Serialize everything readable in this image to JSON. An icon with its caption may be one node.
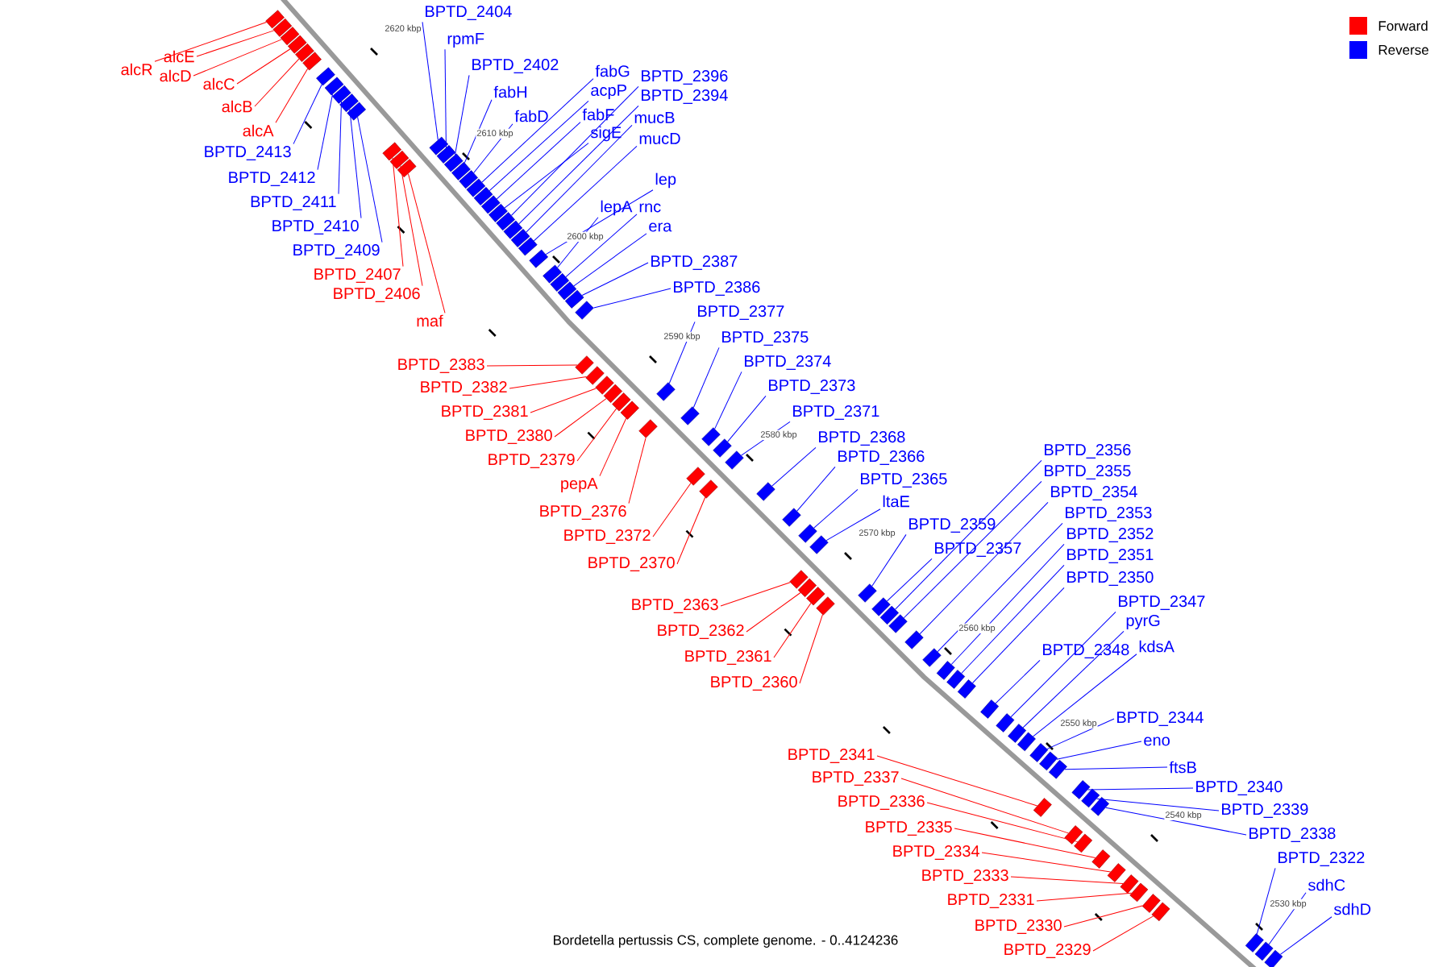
{
  "diagram": {
    "caption": "Bordetella pertussis CS, complete genome. - 0..4124236",
    "nodes": [
      {
        "text": [
          "alcR"
        ]
      },
      {
        "text": [
          "alcE"
        ]
      },
      {
        "text": [
          "alcD"
        ]
      },
      {
        "text": [
          "alcC"
        ]
      },
      {
        "text": [
          "alcB"
        ]
      },
      {
        "text": [
          "alcA"
        ]
      },
      {
        "text": [
          "BPTD_2413"
        ]
      },
      {
        "text": [
          "BPTD_2412"
        ]
      },
      {
        "text": [
          "BPTD_2411"
        ]
      },
      {
        "text": [
          "BPTD_2410"
        ]
      },
      {
        "text": [
          "BPTD_2409"
        ]
      },
      {
        "text": [
          "BPTD_2407"
        ]
      },
      {
        "text": [
          "BPTD_2406"
        ]
      },
      {
        "text": [
          "maf"
        ]
      },
      {
        "text": [
          "BPTD_2404"
        ]
      },
      {
        "text": [
          "rpmF"
        ]
      },
      {
        "text": [
          "BPTD_2402"
        ]
      },
      {
        "text": [
          "fabH"
        ]
      },
      {
        "text": [
          "fabD"
        ]
      },
      {
        "text": [
          "fabG"
        ]
      },
      {
        "text": [
          "acpP"
        ]
      },
      {
        "text": [
          "fabF"
        ]
      },
      {
        "text": [
          "sigE"
        ]
      },
      {
        "text": [
          "BPTD_2396"
        ]
      },
      {
        "text": [
          "BPTD_2394"
        ]
      },
      {
        "text": [
          "mucB"
        ]
      },
      {
        "text": [
          "mucD"
        ]
      },
      {
        "text": [
          "lep"
        ]
      },
      {
        "text": [
          "lepA"
        ]
      },
      {
        "text": [
          "rnc"
        ]
      },
      {
        "text": [
          "era"
        ]
      },
      {
        "text": [
          "BPTD_2387"
        ]
      },
      {
        "text": [
          "BPTD_2386"
        ]
      },
      {
        "text": [
          "BPTD_2377"
        ]
      },
      {
        "text": [
          "BPTD_2375"
        ]
      },
      {
        "text": [
          "BPTD_2374"
        ]
      },
      {
        "text": [
          "BPTD_2373"
        ]
      },
      {
        "text": [
          "BPTD_2371"
        ]
      },
      {
        "text": [
          "BPTD_2368"
        ]
      },
      {
        "text": [
          "BPTD_2366"
        ]
      },
      {
        "text": [
          "BPTD_2365"
        ]
      },
      {
        "text": [
          "ltaE"
        ]
      },
      {
        "text": [
          "BPTD_2359"
        ]
      },
      {
        "text": [
          "BPTD_2357"
        ]
      },
      {
        "text": [
          "BPTD_2356"
        ]
      },
      {
        "text": [
          "BPTD_2355"
        ]
      },
      {
        "text": [
          "BPTD_2354"
        ]
      },
      {
        "text": [
          "BPTD_2353"
        ]
      },
      {
        "text": [
          "BPTD_2352"
        ]
      },
      {
        "text": [
          "BPTD_2351"
        ]
      },
      {
        "text": [
          "BPTD_2350"
        ]
      },
      {
        "text": [
          "BPTD_2347"
        ]
      },
      {
        "text": [
          "pyrG"
        ]
      },
      {
        "text": [
          "kdsA"
        ]
      },
      {
        "text": [
          "BPTD_2348"
        ]
      },
      {
        "text": [
          "BPTD_2344"
        ]
      },
      {
        "text": [
          "eno"
        ]
      },
      {
        "text": [
          "ftsB"
        ]
      },
      {
        "text": [
          "BPTD_2340"
        ]
      },
      {
        "text": [
          "BPTD_2339"
        ]
      },
      {
        "text": [
          "BPTD_2338"
        ]
      },
      {
        "text": [
          "BPTD_2322"
        ]
      },
      {
        "text": [
          "sdhC"
        ]
      },
      {
        "text": [
          "sdhD"
        ]
      },
      {
        "text": [
          "BPTD_2383"
        ]
      },
      {
        "text": [
          "BPTD_2382"
        ]
      },
      {
        "text": [
          "BPTD_2381"
        ]
      },
      {
        "text": [
          "BPTD_2380"
        ]
      },
      {
        "text": [
          "BPTD_2379"
        ]
      },
      {
        "text": [
          "pepA"
        ]
      },
      {
        "text": [
          "BPTD_2376"
        ]
      },
      {
        "text": [
          "BPTD_2372"
        ]
      },
      {
        "text": [
          "BPTD_2370"
        ]
      },
      {
        "text": [
          "BPTD_2363"
        ]
      },
      {
        "text": [
          "BPTD_2362"
        ]
      },
      {
        "text": [
          "BPTD_2361"
        ]
      },
      {
        "text": [
          "BPTD_2360"
        ]
      },
      {
        "text": [
          "BPTD_2341"
        ]
      },
      {
        "text": [
          "BPTD_2337"
        ]
      },
      {
        "text": [
          "BPTD_2336"
        ]
      },
      {
        "text": [
          "BPTD_2335"
        ]
      },
      {
        "text": [
          "BPTD_2334"
        ]
      },
      {
        "text": [
          "BPTD_2333"
        ]
      },
      {
        "text": [
          "BPTD_2331"
        ]
      },
      {
        "text": [
          "BPTD_2330"
        ]
      },
      {
        "text": [
          "BPTD_2329"
        ]
      },
      {
        "text": [],
        "shape": "box"
      },
      {
        "text": [],
        "shape": "box"
      },
      {
        "text": [],
        "shape": "box"
      },
      {
        "text": [],
        "shape": "box"
      },
      {
        "text": [],
        "shape": "box"
      },
      {
        "text": [],
        "shape": "box"
      },
      {
        "text": [],
        "shape": "box"
      },
      {
        "text": [],
        "shape": "box"
      },
      {
        "text": [],
        "shape": "box"
      },
      {
        "text": [],
        "shape": "box"
      },
      {
        "text": [],
        "shape": "box"
      },
      {
        "text": [],
        "shape": "box"
      },
      {
        "text": [],
        "shape": "box"
      },
      {
        "text": [],
        "shape": "box"
      },
      {
        "text": [],
        "shape": "box"
      },
      {
        "text": [],
        "shape": "box"
      },
      {
        "text": [],
        "shape": "box"
      },
      {
        "text": [],
        "shape": "box"
      },
      {
        "text": [],
        "shape": "box"
      },
      {
        "text": [],
        "shape": "box"
      },
      {
        "text": [],
        "shape": "box"
      },
      {
        "text": [],
        "shape": "box"
      },
      {
        "text": [],
        "shape": "box"
      },
      {
        "text": [],
        "shape": "box"
      },
      {
        "text": [],
        "shape": "box"
      },
      {
        "text": [],
        "shape": "box"
      },
      {
        "text": [],
        "shape": "box"
      },
      {
        "text": [],
        "shape": "box"
      },
      {
        "text": [],
        "shape": "box"
      },
      {
        "text": [],
        "shape": "box"
      },
      {
        "text": [],
        "shape": "box"
      },
      {
        "text": [],
        "shape": "box"
      },
      {
        "text": [],
        "shape": "box"
      },
      {
        "text": [],
        "shape": "box"
      },
      {
        "text": [],
        "shape": "box"
      },
      {
        "text": [],
        "shape": "box"
      },
      {
        "text": [],
        "shape": "box"
      },
      {
        "text": [],
        "shape": "box"
      },
      {
        "text": [],
        "shape": "box"
      },
      {
        "text": [],
        "shape": "box"
      },
      {
        "text": [],
        "shape": "box"
      },
      {
        "text": [],
        "shape": "box"
      },
      {
        "text": [],
        "shape": "box"
      },
      {
        "text": [],
        "shape": "box"
      },
      {
        "text": [],
        "shape": "box"
      },
      {
        "text": [],
        "shape": "box"
      },
      {
        "text": [],
        "shape": "box"
      },
      {
        "text": [],
        "shape": "box"
      },
      {
        "text": [],
        "shape": "box"
      },
      {
        "text": [],
        "shape": "box"
      },
      {
        "text": [],
        "shape": "box"
      },
      {
        "text": [],
        "shape": "box"
      },
      {
        "text": [],
        "shape": "box"
      },
      {
        "text": [],
        "shape": "box"
      },
      {
        "text": [],
        "shape": "box"
      },
      {
        "text": [],
        "shape": "box"
      },
      {
        "text": [],
        "shape": "box"
      },
      {
        "text": [],
        "shape": "box"
      },
      {
        "text": [],
        "shape": "box"
      },
      {
        "text": [],
        "shape": "box"
      },
      {
        "text": [],
        "shape": "box"
      },
      {
        "text": [],
        "shape": "box"
      },
      {
        "text": [],
        "shape": "box"
      },
      {
        "text": [],
        "shape": "box"
      },
      {
        "text": [],
        "shape": "box"
      },
      {
        "text": [],
        "shape": "box"
      },
      {
        "text": [],
        "shape": "box"
      },
      {
        "text": [],
        "shape": "box"
      },
      {
        "text": [],
        "shape": "box"
      },
      {
        "text": [],
        "shape": "box"
      },
      {
        "text": [],
        "shape": "box"
      },
      {
        "text": [],
        "shape": "box"
      },
      {
        "text": [],
        "shape": "box"
      },
      {
        "text": [],
        "shape": "box"
      },
      {
        "text": [],
        "shape": "box"
      },
      {
        "text": [],
        "shape": "box"
      },
      {
        "text": [],
        "shape": "box"
      },
      {
        "text": [],
        "shape": "box"
      },
      {
        "text": [],
        "shape": "box"
      },
      {
        "text": [],
        "shape": "box"
      },
      {
        "text": [],
        "shape": "box"
      },
      {
        "text": [],
        "shape": "box"
      },
      {
        "text": [],
        "shape": "box"
      },
      {
        "text": [],
        "shape": "box"
      },
      {
        "text": [],
        "shape": "box"
      },
      {
        "text": [],
        "shape": "box"
      }
    ],
    "edges": [
      {
        "from": 0,
        "to": 86,
        "arrow": "none",
        "color": "#ff0000"
      },
      {
        "from": 1,
        "to": 87,
        "arrow": "none",
        "color": "#ff0000"
      },
      {
        "from": 2,
        "to": 88,
        "arrow": "none",
        "color": "#ff0000"
      },
      {
        "from": 3,
        "to": 89,
        "arrow": "none",
        "color": "#ff0000"
      },
      {
        "from": 4,
        "to": 90,
        "arrow": "none",
        "color": "#ff0000"
      },
      {
        "from": 5,
        "to": 91,
        "arrow": "none",
        "color": "#ff0000"
      },
      {
        "from": 6,
        "to": 92,
        "arrow": "none"
      },
      {
        "from": 7,
        "to": 93,
        "arrow": "none"
      },
      {
        "from": 8,
        "to": 94,
        "arrow": "none"
      },
      {
        "from": 9,
        "to": 95,
        "arrow": "none"
      },
      {
        "from": 10,
        "to": 96,
        "arrow": "none"
      },
      {
        "from": 11,
        "to": 97,
        "arrow": "none",
        "color": "#ff0000"
      },
      {
        "from": 12,
        "to": 98,
        "arrow": "none",
        "color": "#ff0000"
      },
      {
        "from": 13,
        "to": 99,
        "arrow": "none",
        "color": "#ff0000"
      },
      {
        "from": 14,
        "to": 100,
        "arrow": "none"
      },
      {
        "from": 15,
        "to": 101,
        "arrow": "none"
      },
      {
        "from": 16,
        "to": 102,
        "arrow": "none"
      },
      {
        "from": 17,
        "to": 103,
        "arrow": "none"
      },
      {
        "from": 18,
        "to": 104,
        "arrow": "none"
      },
      {
        "from": 19,
        "to": 105,
        "arrow": "none"
      },
      {
        "from": 20,
        "to": 106,
        "arrow": "none"
      },
      {
        "from": 21,
        "to": 107,
        "arrow": "none"
      },
      {
        "from": 22,
        "to": 108,
        "arrow": "none"
      },
      {
        "from": 23,
        "to": 109,
        "arrow": "none"
      },
      {
        "from": 24,
        "to": 110,
        "arrow": "none"
      },
      {
        "from": 25,
        "to": 111,
        "arrow": "none"
      },
      {
        "from": 26,
        "to": 112,
        "arrow": "none"
      },
      {
        "from": 27,
        "to": 113,
        "arrow": "none"
      },
      {
        "from": 28,
        "to": 114,
        "arrow": "none"
      },
      {
        "from": 29,
        "to": 115,
        "arrow": "none"
      },
      {
        "from": 30,
        "to": 116,
        "arrow": "none"
      },
      {
        "from": 31,
        "to": 117,
        "arrow": "none"
      },
      {
        "from": 32,
        "to": 118,
        "arrow": "none"
      },
      {
        "from": 33,
        "to": 119,
        "arrow": "none"
      },
      {
        "from": 34,
        "to": 120,
        "arrow": "none"
      },
      {
        "from": 35,
        "to": 121,
        "arrow": "none"
      },
      {
        "from": 36,
        "to": 122,
        "arrow": "none"
      },
      {
        "from": 37,
        "to": 123,
        "arrow": "none"
      },
      {
        "from": 38,
        "to": 124,
        "arrow": "none"
      },
      {
        "from": 39,
        "to": 125,
        "arrow": "none"
      },
      {
        "from": 40,
        "to": 126,
        "arrow": "none"
      },
      {
        "from": 41,
        "to": 127,
        "arrow": "none"
      },
      {
        "from": 42,
        "to": 128,
        "arrow": "none"
      },
      {
        "from": 43,
        "to": 129,
        "arrow": "none"
      },
      {
        "from": 44,
        "to": 130,
        "arrow": "none"
      },
      {
        "from": 45,
        "to": 131,
        "arrow": "none"
      },
      {
        "from": 46,
        "to": 132,
        "arrow": "none"
      },
      {
        "from": 47,
        "to": 133,
        "arrow": "none"
      },
      {
        "from": 48,
        "to": 134,
        "arrow": "none"
      },
      {
        "from": 49,
        "to": 135,
        "arrow": "none"
      },
      {
        "from": 50,
        "to": 136,
        "arrow": "none"
      },
      {
        "from": 51,
        "to": 137,
        "arrow": "none"
      },
      {
        "from": 52,
        "to": 138,
        "arrow": "none"
      },
      {
        "from": 53,
        "to": 139,
        "arrow": "none"
      },
      {
        "from": 54,
        "to": 140,
        "arrow": "none"
      },
      {
        "from": 55,
        "to": 141,
        "arrow": "none"
      },
      {
        "from": 56,
        "to": 142,
        "arrow": "none"
      },
      {
        "from": 57,
        "to": 143,
        "arrow": "none"
      },
      {
        "from": 58,
        "to": 144,
        "arrow": "none"
      },
      {
        "from": 59,
        "to": 145,
        "arrow": "none"
      },
      {
        "from": 60,
        "to": 146,
        "arrow": "none"
      },
      {
        "from": 61,
        "to": 147,
        "arrow": "none"
      },
      {
        "from": 62,
        "to": 148,
        "arrow": "none"
      },
      {
        "from": 63,
        "to": 149,
        "arrow": "none"
      },
      {
        "from": 64,
        "to": 150,
        "arrow": "none",
        "color": "#ff0000"
      },
      {
        "from": 65,
        "to": 151,
        "arrow": "none",
        "color": "#ff0000"
      },
      {
        "from": 66,
        "to": 152,
        "arrow": "none",
        "color": "#ff0000"
      },
      {
        "from": 67,
        "to": 153,
        "arrow": "none",
        "color": "#ff0000"
      },
      {
        "from": 68,
        "to": 154,
        "arrow": "none",
        "color": "#ff0000"
      },
      {
        "from": 69,
        "to": 155,
        "arrow": "none",
        "color": "#ff0000"
      },
      {
        "from": 70,
        "to": 156,
        "arrow": "none",
        "color": "#ff0000"
      },
      {
        "from": 71,
        "to": 157,
        "arrow": "none",
        "color": "#ff0000"
      },
      {
        "from": 72,
        "to": 158,
        "arrow": "none",
        "color": "#ff0000"
      },
      {
        "from": 73,
        "to": 159,
        "arrow": "none",
        "color": "#ff0000"
      },
      {
        "from": 74,
        "to": 160,
        "arrow": "none",
        "color": "#ff0000"
      },
      {
        "from": 75,
        "to": 161,
        "arrow": "none",
        "color": "#ff0000"
      },
      {
        "from": 76,
        "to": 162,
        "arrow": "none",
        "color": "#ff0000"
      },
      {
        "from": 77,
        "to": 163,
        "arrow": "none",
        "color": "#ff0000"
      },
      {
        "from": 78,
        "to": 164,
        "arrow": "none",
        "color": "#ff0000"
      },
      {
        "from": 79,
        "to": 165,
        "arrow": "none",
        "color": "#ff0000"
      },
      {
        "from": 80,
        "to": 166,
        "arrow": "none",
        "color": "#ff0000"
      },
      {
        "from": 81,
        "to": 167,
        "arrow": "none",
        "color": "#ff0000"
      },
      {
        "from": 82,
        "to": 168,
        "arrow": "none",
        "color": "#ff0000"
      },
      {
        "from": 83,
        "to": 169,
        "arrow": "none",
        "color": "#ff0000"
      },
      {
        "from": 84,
        "to": 170,
        "arrow": "none",
        "color": "#ff0000"
      },
      {
        "from": 85,
        "to": 171,
        "arrow": "none",
        "color": "#ff0000"
      }
    ],
    "labels": [
      "2620 kbp",
      "2610 kbp",
      "2600 kbp",
      "2590 kbp",
      "2580 kbp",
      "2570 kbp",
      "2560 kbp",
      "2550 kbp",
      "2540 kbp",
      "2530 kbp"
    ],
    "legend": [
      {
        "text": "Forward",
        "color": "#ff0000"
      },
      {
        "text": "Reverse",
        "color": "#0000ff"
      }
    ]
  }
}
